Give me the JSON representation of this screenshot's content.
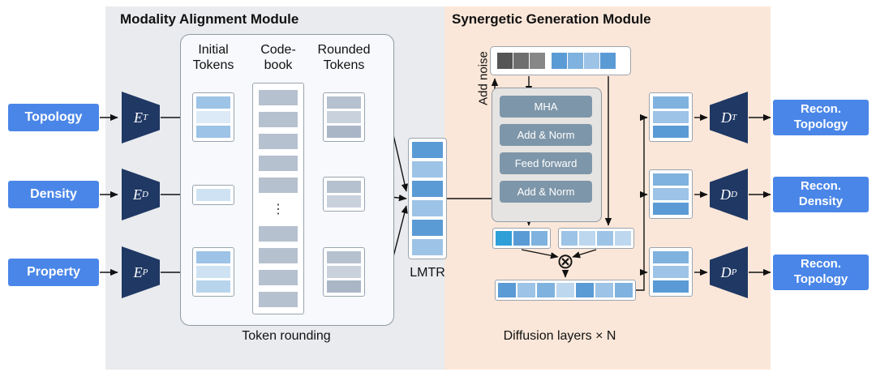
{
  "colors": {
    "panel_left_bg": "#e9ebee",
    "panel_right_bg": "#fbe7d9",
    "io_blue": "#4a86e8",
    "navy": "#1f3864",
    "transformer_button": "#7e96a9",
    "token_blue": "#5b9bd5",
    "token_light_blue": "#9dc3e6",
    "token_gray": "#b6c1cf"
  },
  "alignment": {
    "title": "Modality Alignment Module",
    "inputs": [
      "Topology",
      "Density",
      "Property"
    ],
    "encoders": [
      {
        "letter": "E",
        "sub": "T"
      },
      {
        "letter": "E",
        "sub": "D"
      },
      {
        "letter": "E",
        "sub": "P"
      }
    ],
    "columns": {
      "initial": "Initial\nTokens",
      "codebook": "Code-\nbook",
      "rounded": "Rounded\nTokens"
    },
    "caption": "Token rounding",
    "codebook_dots": "⋮",
    "bars": {
      "initial_t": [
        "#9dc3e6",
        "#dce9f6",
        "#9dc3e6"
      ],
      "initial_d": [
        "#cfe2f3"
      ],
      "initial_p": [
        "#9dc3e6",
        "#cfe2f3",
        "#b7d4ec"
      ],
      "codebook_top": [
        "#b6c1cf",
        "#b6c1cf",
        "#b6c1cf",
        "#b6c1cf",
        "#b6c1cf"
      ],
      "codebook_bottom": [
        "#b6c1cf",
        "#b6c1cf",
        "#b6c1cf",
        "#b6c1cf"
      ],
      "rounded_t": [
        "#b6c1cf",
        "#c9d1dd",
        "#aab6c6"
      ],
      "rounded_d": [
        "#b6c1cf",
        "#c9d1dd"
      ],
      "rounded_p": [
        "#b6c1cf",
        "#c9d1dd",
        "#aab6c6"
      ]
    }
  },
  "lmtr": {
    "label": "LMTR",
    "bars": [
      "#5b9bd5",
      "#9dc3e6",
      "#5b9bd5",
      "#9dc3e6",
      "#5b9bd5",
      "#9dc3e6"
    ]
  },
  "generation": {
    "title": "Synergetic Generation Module",
    "add_noise": "Add noise",
    "noise_gray": [
      "#555555",
      "#6e6e6e",
      "#878787"
    ],
    "noise_blue": [
      "#5b9bd5",
      "#7fb2de",
      "#9dc3e6",
      "#5b9bd5"
    ],
    "transformer": [
      "MHA",
      "Add & Norm",
      "Feed forward",
      "Add & Norm"
    ],
    "row_left": [
      "#2f9fd8",
      "#5b9bd5",
      "#7fb2de"
    ],
    "row_right": [
      "#9dc3e6",
      "#bdd7ee",
      "#9dc3e6",
      "#bdd7ee"
    ],
    "multiply_symbol": "⊗",
    "row_bottom": [
      "#5b9bd5",
      "#9dc3e6",
      "#7fb2de",
      "#bdd7ee",
      "#5b9bd5",
      "#9dc3e6",
      "#7fb2de"
    ],
    "caption": "Diffusion layers × N"
  },
  "reconstruction": {
    "stacks": {
      "t": [
        "#7fb2de",
        "#9dc3e6",
        "#5b9bd5"
      ],
      "d": [
        "#7fb2de",
        "#9dc3e6",
        "#5b9bd5"
      ],
      "p": [
        "#7fb2de",
        "#9dc3e6",
        "#5b9bd5"
      ]
    },
    "decoders": [
      {
        "letter": "D",
        "sub": "T"
      },
      {
        "letter": "D",
        "sub": "D"
      },
      {
        "letter": "D",
        "sub": "P"
      }
    ],
    "outputs": [
      "Recon.\nTopology",
      "Recon.\nDensity",
      "Recon.\nTopology"
    ]
  }
}
